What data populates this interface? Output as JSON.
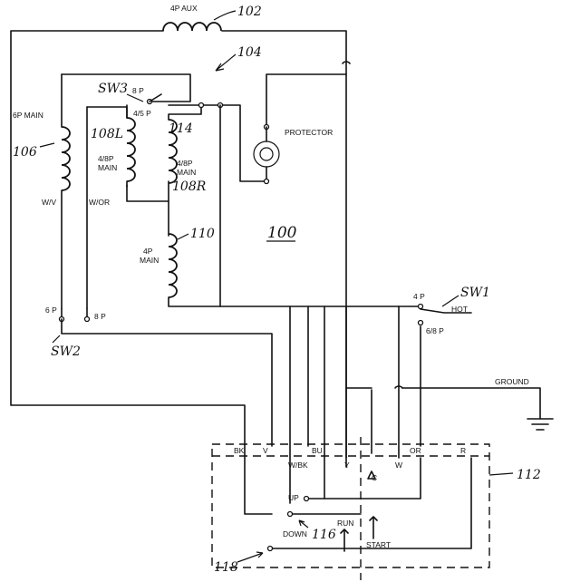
{
  "labels": {
    "aux": "4P AUX",
    "main6": "6P MAIN",
    "sw3_8p": "8 P",
    "sw3_45p": "4/5 P",
    "main48_l1": "4/8P",
    "main48_l2": "MAIN",
    "main48r_l1": "4/8P",
    "main48r_l2": "MAIN",
    "main4_l1": "4P",
    "main4_l2": "MAIN",
    "protector": "PROTECTOR",
    "wv": "W/V",
    "wor": "W/OR",
    "sw2_6p": "6 P",
    "sw2_8p": "8 P",
    "sw1_4p": "4 P",
    "sw1_68p": "6/8 P",
    "hot": "HOT",
    "ground": "GROUND",
    "t_bk": "BK",
    "t_v": "V",
    "t_bu": "BU",
    "t_or": "OR",
    "t_r": "R",
    "t_wbk": "W/BK",
    "t_y": "Y",
    "t_c": "C",
    "t_w": "W",
    "up": "UP",
    "down": "DOWN",
    "run": "RUN",
    "start": "START"
  },
  "refs": {
    "r102": "102",
    "r104": "104",
    "sw3": "SW3",
    "r106": "106",
    "r108l": "108L",
    "r114": "114",
    "r108r": "108R",
    "r110": "110",
    "r100": "100",
    "sw1": "SW1",
    "sw2": "SW2",
    "r112": "112",
    "r116": "116",
    "r118": "118"
  }
}
